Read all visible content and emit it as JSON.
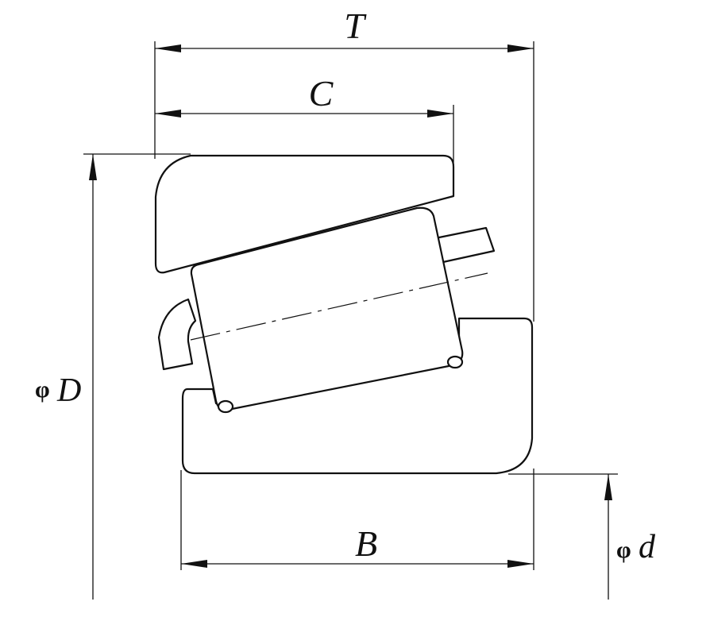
{
  "labels": {
    "T": "T",
    "C": "C",
    "B": "B",
    "phi": "φ",
    "D": "D",
    "d": "d"
  }
}
